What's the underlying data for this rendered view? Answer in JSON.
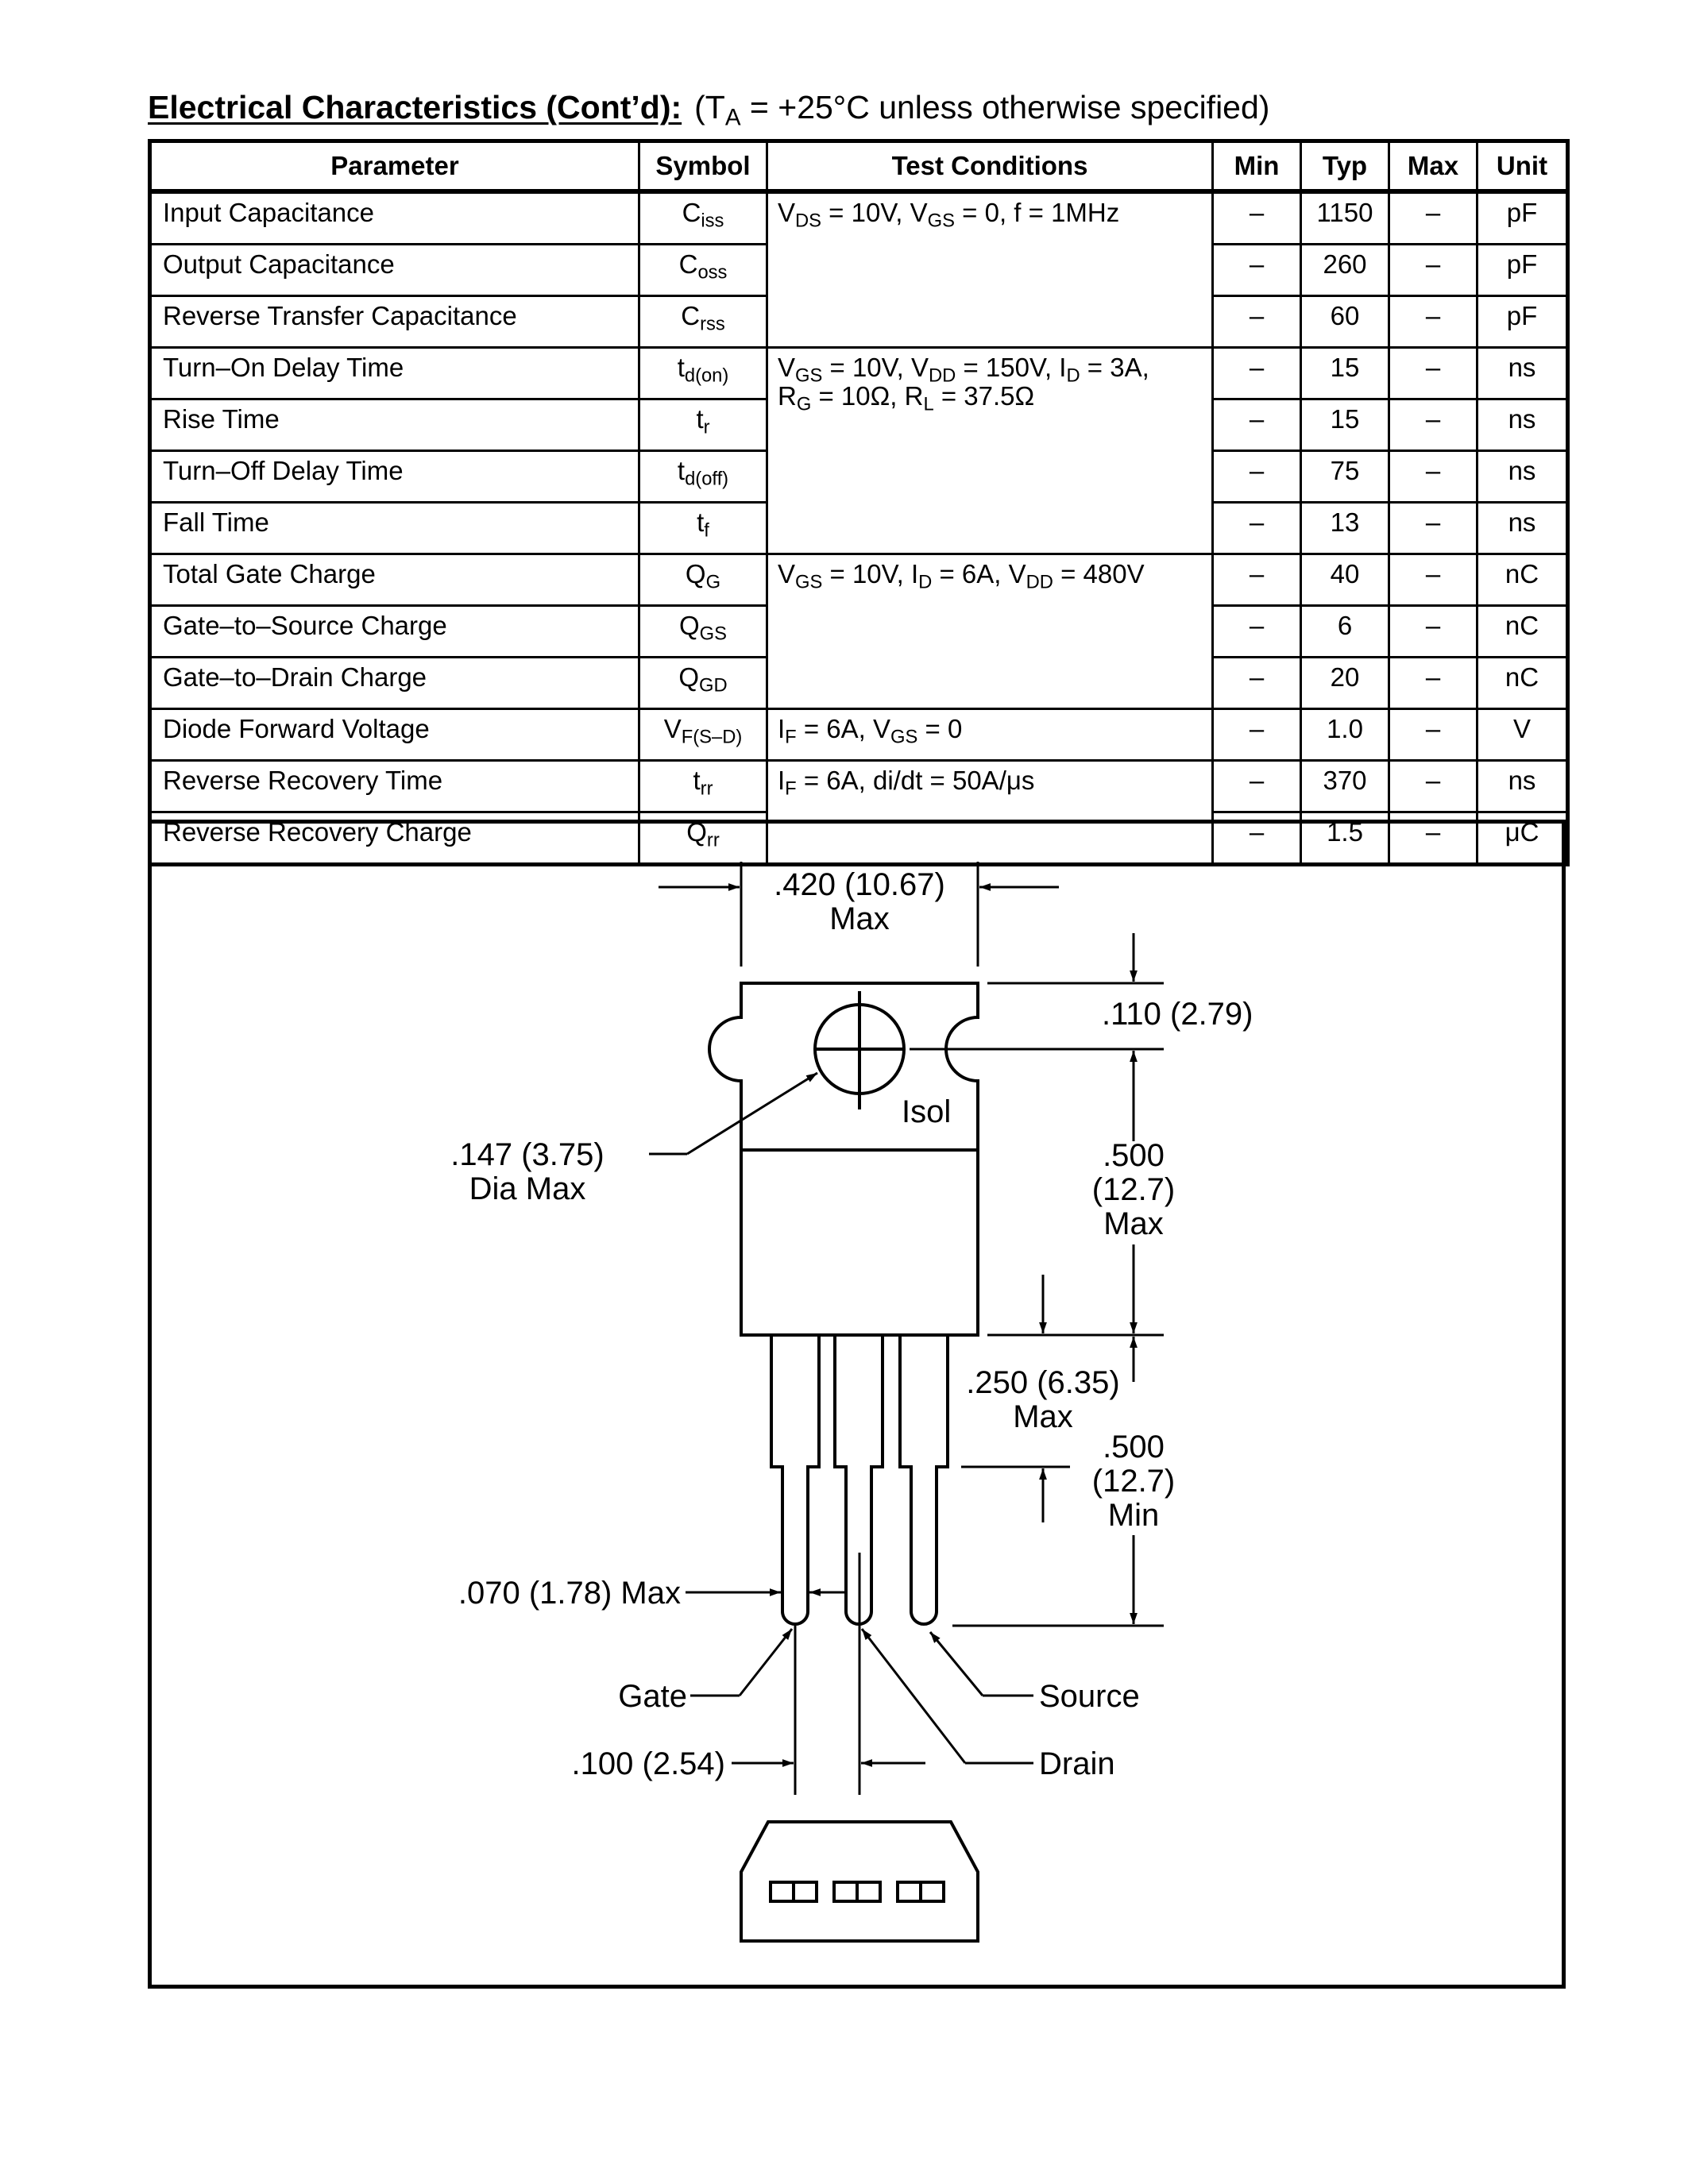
{
  "title": {
    "heading": "Electrical Characteristics (Cont’d):",
    "cond_pre": "(T",
    "cond_sub": "A",
    "cond_post": " = +25°C unless otherwise specified)"
  },
  "table": {
    "headers": [
      "Parameter",
      "Symbol",
      "Test Conditions",
      "Min",
      "Typ",
      "Max",
      "Unit"
    ],
    "rows": [
      {
        "param": "Input Capacitance",
        "sym": "C",
        "sym_sub": "iss",
        "min": "–",
        "typ": "1150",
        "max": "–",
        "unit": "pF"
      },
      {
        "param": "Output Capacitance",
        "sym": "C",
        "sym_sub": "oss",
        "min": "–",
        "typ": "260",
        "max": "–",
        "unit": "pF"
      },
      {
        "param": "Reverse Transfer Capacitance",
        "sym": "C",
        "sym_sub": "rss",
        "min": "–",
        "typ": "60",
        "max": "–",
        "unit": "pF"
      },
      {
        "param": "Turn–On Delay Time",
        "sym": "t",
        "sym_sub": "d(on)",
        "min": "–",
        "typ": "15",
        "max": "–",
        "unit": "ns"
      },
      {
        "param": "Rise Time",
        "sym": "t",
        "sym_sub": "r",
        "min": "–",
        "typ": "15",
        "max": "–",
        "unit": "ns"
      },
      {
        "param": "Turn–Off Delay Time",
        "sym": "t",
        "sym_sub": "d(off)",
        "min": "–",
        "typ": "75",
        "max": "–",
        "unit": "ns"
      },
      {
        "param": "Fall Time",
        "sym": "t",
        "sym_sub": "f",
        "min": "–",
        "typ": "13",
        "max": "–",
        "unit": "ns"
      },
      {
        "param": "Total Gate Charge",
        "sym": "Q",
        "sym_sub": "G",
        "min": "–",
        "typ": "40",
        "max": "–",
        "unit": "nC"
      },
      {
        "param": "Gate–to–Source Charge",
        "sym": "Q",
        "sym_sub": "GS",
        "min": "–",
        "typ": "6",
        "max": "–",
        "unit": "nC"
      },
      {
        "param": "Gate–to–Drain Charge",
        "sym": "Q",
        "sym_sub": "GD",
        "min": "–",
        "typ": "20",
        "max": "–",
        "unit": "nC"
      },
      {
        "param": "Diode Forward Voltage",
        "sym": "V",
        "sym_sub": "F(S–D)",
        "min": "–",
        "typ": "1.0",
        "max": "–",
        "unit": "V"
      },
      {
        "param": "Reverse Recovery Time",
        "sym": "t",
        "sym_sub": "rr",
        "min": "–",
        "typ": "370",
        "max": "–",
        "unit": "ns"
      },
      {
        "param": "Reverse Recovery Charge",
        "sym": "Q",
        "sym_sub": "rr",
        "min": "–",
        "typ": "1.5",
        "max": "–",
        "unit": "μC"
      }
    ],
    "conditions": {
      "cap": {
        "a": "V",
        "a_sub": "DS",
        "b": " = 10V, V",
        "b_sub": "GS",
        "c": " = 0, f = 1MHz"
      },
      "sw": {
        "line1": {
          "a": "V",
          "a_sub": "GS",
          "b": " = 10V, V",
          "b_sub": "DD",
          "c": " = 150V, I",
          "c_sub": "D",
          "d": " = 3A,"
        },
        "line2": {
          "a": "R",
          "a_sub": "G",
          "b": " = 10Ω, R",
          "b_sub": "L",
          "c": " = 37.5Ω"
        }
      },
      "gate": {
        "a": "V",
        "a_sub": "GS",
        "b": " = 10V, I",
        "b_sub": "D",
        "c": " = 6A, V",
        "c_sub": "DD",
        "d": " = 480V"
      },
      "diode": {
        "a": "I",
        "a_sub": "F",
        "b": " = 6A, V",
        "b_sub": "GS",
        "c": " = 0"
      },
      "rr": {
        "a": "I",
        "a_sub": "F",
        "b": " = 6A, di/dt = 50A/μs"
      }
    }
  },
  "drawing": {
    "width_top": ".420 (10.67)",
    "width_top_max": "Max",
    "hole_offset": ".110 (2.79)",
    "isol": "Isol",
    "hole_dia": ".147 (3.75)",
    "hole_dia_max": "Dia Max",
    "body_h_1": ".500",
    "body_h_2": "(12.7)",
    "body_h_3": "Max",
    "shoulder_1": ".250 (6.35)",
    "shoulder_2": "Max",
    "lead_1": ".500",
    "lead_2": "(12.7)",
    "lead_3": "Min",
    "lead_width": ".070 (1.78) Max",
    "gate": "Gate",
    "source": "Source",
    "pitch": ".100 (2.54)",
    "drain": "Drain"
  }
}
